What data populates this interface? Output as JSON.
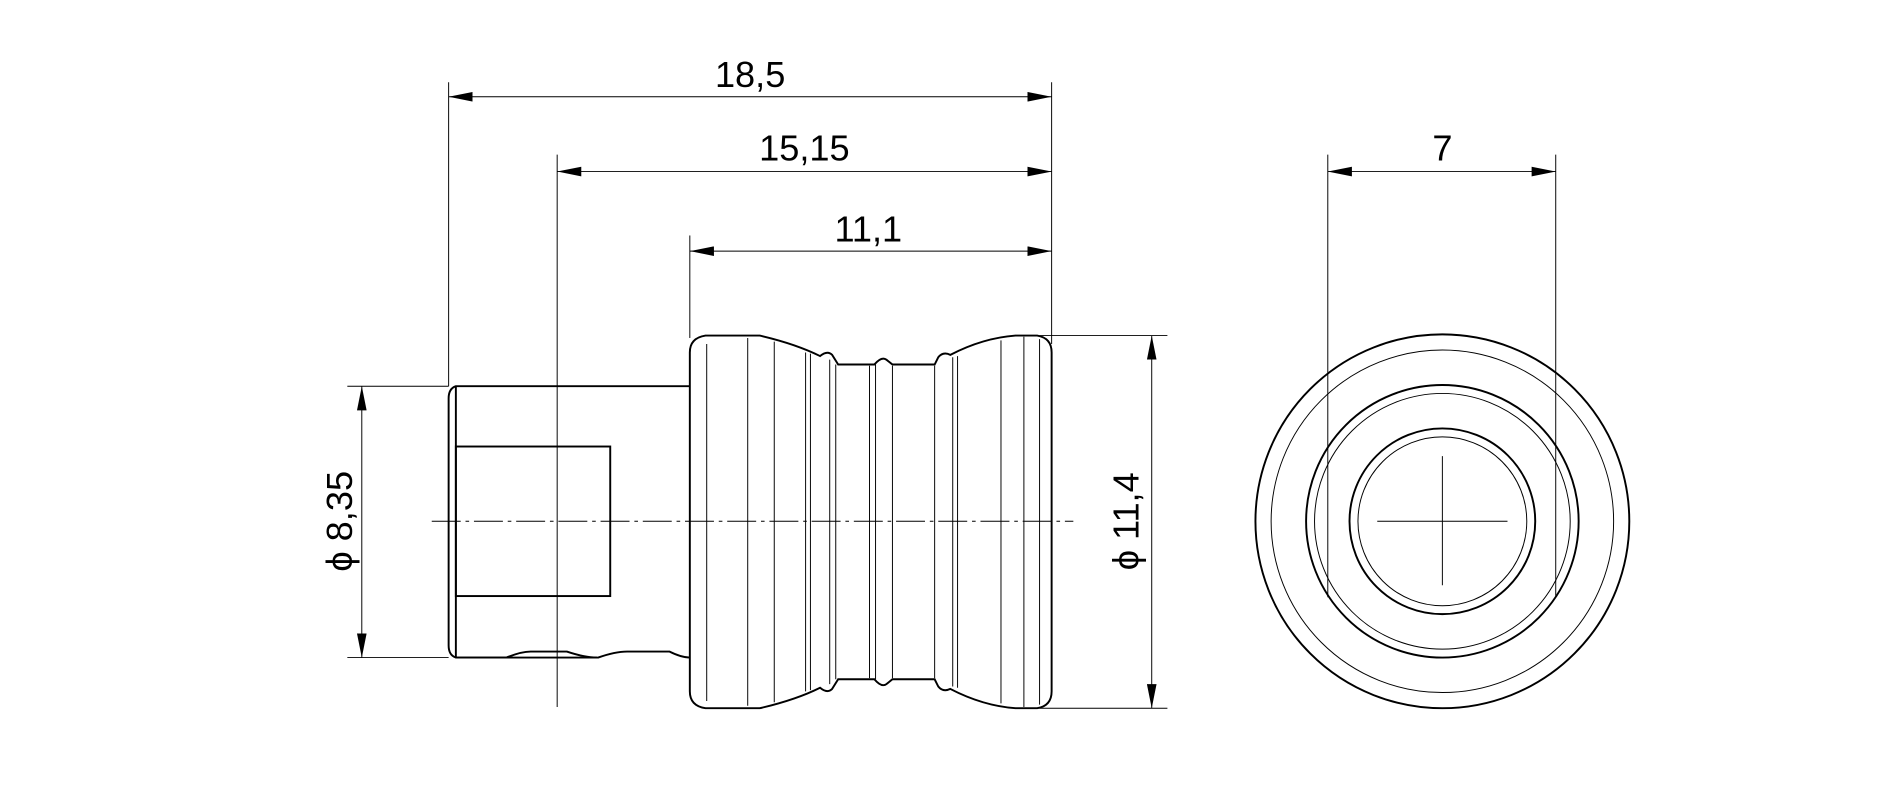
{
  "drawing": {
    "dimensions": {
      "overall_length": "18,5",
      "length_to_hole": "15,15",
      "body_length": "11,1",
      "end_view_width": "7",
      "shank_diameter": "ϕ 8,35",
      "body_diameter": "ϕ 11,4"
    }
  }
}
